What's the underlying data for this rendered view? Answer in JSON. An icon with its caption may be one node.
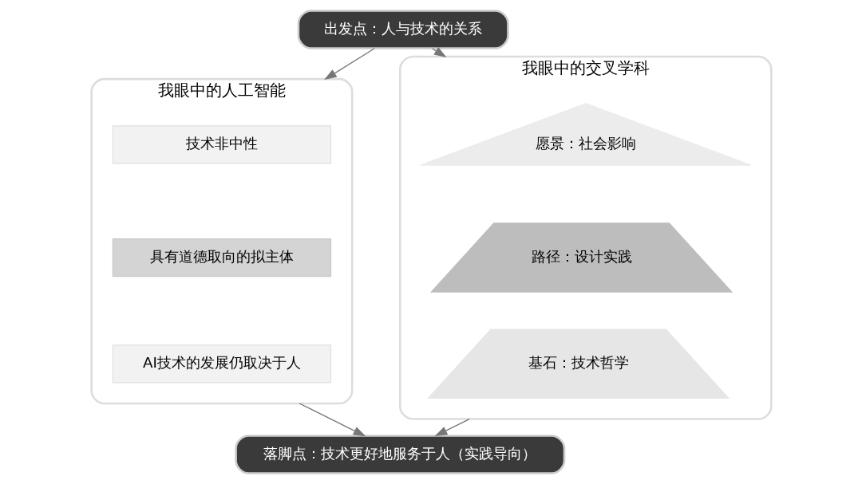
{
  "diagram": {
    "nodes": [
      {
        "text": [
          "出发点：人与技术的关系"
        ]
      },
      {
        "text": [
          "我眼中的人工智能"
        ]
      },
      {
        "text": [
          "技术非中性"
        ],
        "in": 1
      },
      {
        "text": [
          "具有道德取向的拟主体"
        ],
        "in": 1
      },
      {
        "text": [
          "AI技术的发展仍取决于人"
        ],
        "in": 1
      },
      {
        "text": [
          "我眼中的交叉学科"
        ]
      },
      {
        "text": [
          "愿景：社会影响"
        ],
        "in": 5
      },
      {
        "text": [
          "路径：设计实践"
        ],
        "in": 5
      },
      {
        "text": [
          "基石：技术哲学"
        ],
        "in": 5
      },
      {
        "text": [
          "落脚点：技术更好地服务于人（实践导向）"
        ]
      }
    ],
    "edges": [
      {
        "from": 0,
        "to": 1,
        "arrow": "to"
      },
      {
        "from": 0,
        "to": 5,
        "arrow": "to"
      },
      {
        "from": 1,
        "to": 9,
        "arrow": "to"
      },
      {
        "from": 5,
        "to": 9,
        "arrow": "to"
      }
    ]
  }
}
